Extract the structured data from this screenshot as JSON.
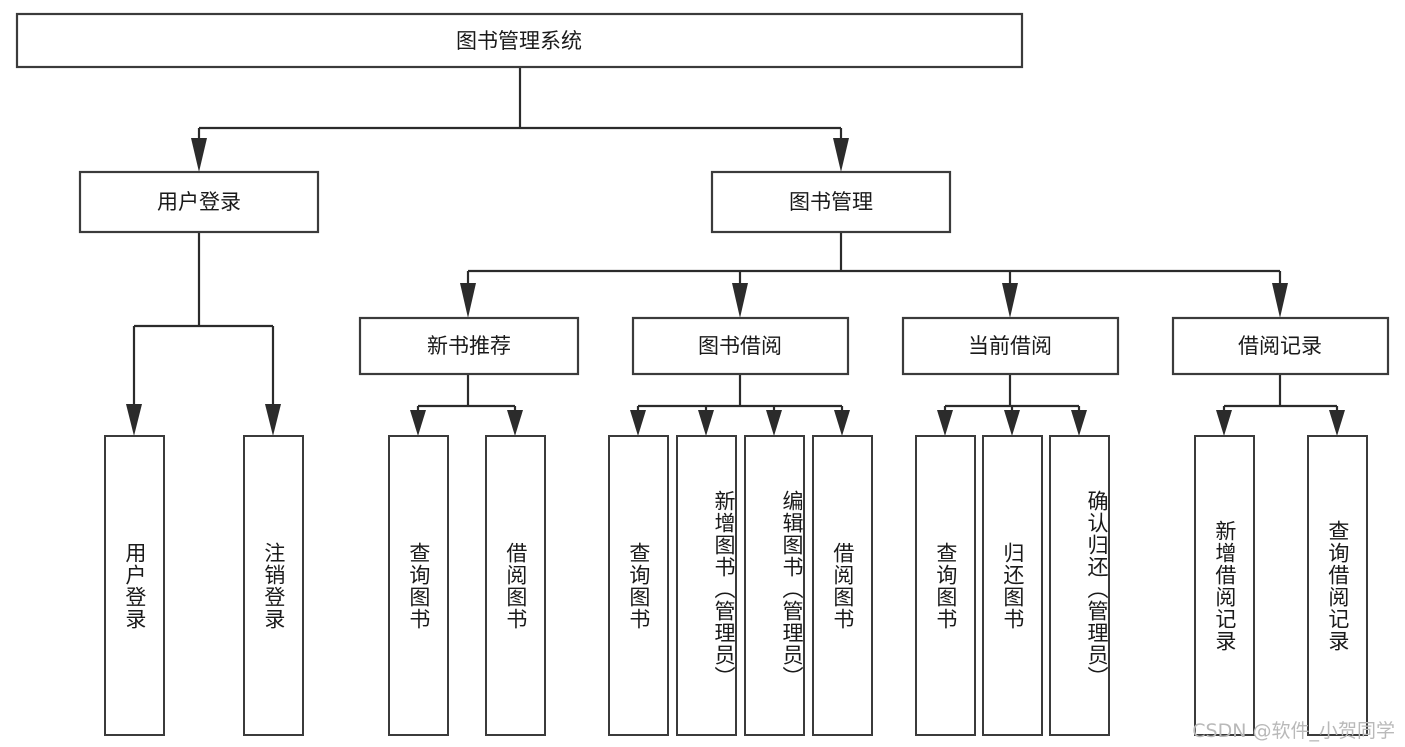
{
  "diagram": {
    "title_node": {
      "label": "图书管理系统"
    },
    "level1": [
      {
        "label": "用户登录"
      },
      {
        "label": "图书管理"
      }
    ],
    "level2": [
      {
        "label": "新书推荐"
      },
      {
        "label": "图书借阅"
      },
      {
        "label": "当前借阅"
      },
      {
        "label": "借阅记录"
      }
    ],
    "leaves": [
      {
        "label": "用户登录"
      },
      {
        "label": "注销登录"
      },
      {
        "label": "查询图书"
      },
      {
        "label": "借阅图书"
      },
      {
        "label": "查询图书"
      },
      {
        "label": "新增图书（管理员）"
      },
      {
        "label": "编辑图书（管理员）"
      },
      {
        "label": "借阅图书"
      },
      {
        "label": "查询图书"
      },
      {
        "label": "归还图书"
      },
      {
        "label": "确认归还（管理员）"
      },
      {
        "label": "新增借阅记录"
      },
      {
        "label": "查询借阅记录"
      }
    ]
  },
  "watermark": {
    "text": "CSDN @软件_小贺同学"
  },
  "colors": {
    "box_stroke": "#3b3b3b",
    "connector": "#2b2b2b",
    "text": "#1a1a1a",
    "background": "#ffffff",
    "watermark": "#b9b9b9"
  }
}
